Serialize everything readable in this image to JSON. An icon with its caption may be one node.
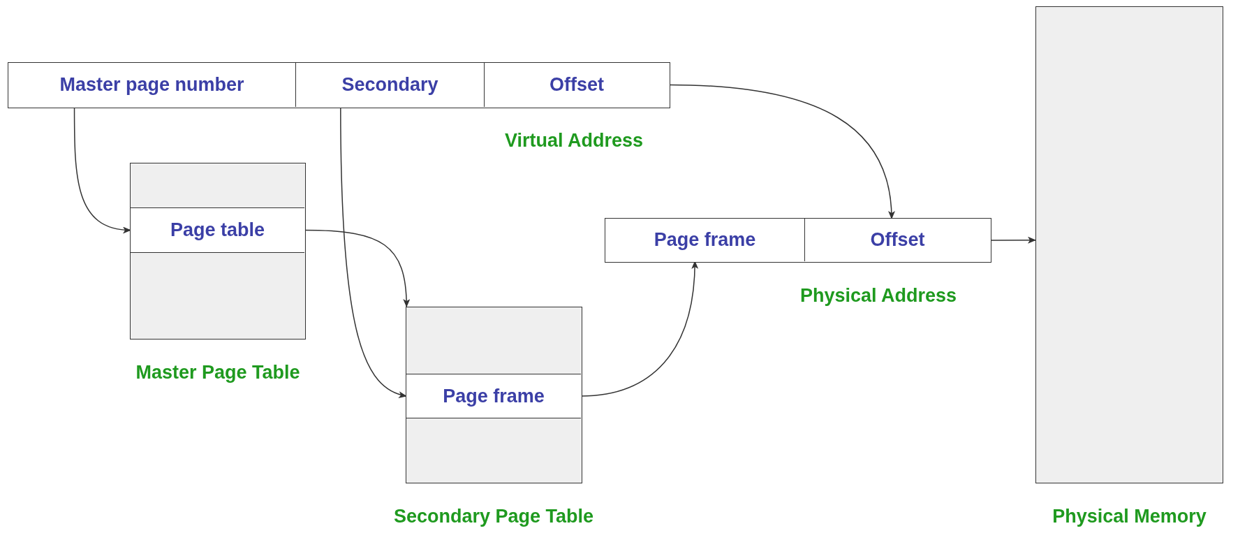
{
  "diagram": {
    "nodes": [
      {
        "text": [],
        "shape": "box",
        "beside": [
          "Virtual Address"
        ]
      },
      {
        "text": [
          "Master page number"
        ],
        "in": 0
      },
      {
        "text": [
          "Secondary"
        ],
        "in": 0
      },
      {
        "text": [
          "Offset"
        ],
        "in": 0
      },
      {
        "text": [],
        "shape": "box",
        "beside": [
          "Master Page Table"
        ]
      },
      {
        "text": [
          "Page table"
        ],
        "in": 4
      },
      {
        "text": [],
        "shape": "box",
        "beside": [
          "Secondary Page Table"
        ]
      },
      {
        "text": [
          "Page frame"
        ],
        "in": 6
      },
      {
        "text": [],
        "shape": "box",
        "beside": [
          "Physical Address"
        ]
      },
      {
        "text": [
          "Page frame"
        ],
        "in": 8
      },
      {
        "text": [
          "Offset"
        ],
        "in": 8
      },
      {
        "text": [],
        "shape": "box",
        "beside": [
          "Physical Memory"
        ]
      }
    ],
    "edges": [
      {
        "from": 1,
        "to": 5,
        "arrow": "to"
      },
      {
        "from": 2,
        "to": 7,
        "arrow": "to"
      },
      {
        "from": 5,
        "to": 6,
        "arrow": "to"
      },
      {
        "from": 7,
        "to": 9,
        "arrow": "to"
      },
      {
        "from": 3,
        "to": 10,
        "arrow": "to"
      },
      {
        "from": 8,
        "to": 11,
        "arrow": "to"
      }
    ]
  }
}
